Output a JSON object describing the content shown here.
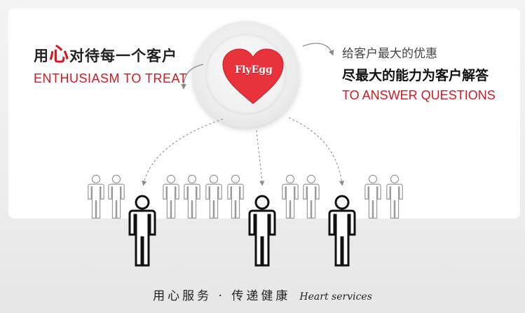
{
  "left": {
    "cn_prefix": "用",
    "cn_heart": "心",
    "cn_suffix": "对待每一个客户",
    "en": "ENTHUSIASM TO TREAT"
  },
  "center": {
    "brand": "FlyEgg"
  },
  "right": {
    "sub": "给客户最大的优惠",
    "main": "尽最大的能力为客户解答",
    "en": "TO ANSWER QUESTIONS"
  },
  "footer": {
    "cn": "用心服务 · 传递健康",
    "en": "Heart services"
  },
  "colors": {
    "accent_red": "#d8161f",
    "heart": "#e8333d",
    "person_dark": "#111111",
    "person_light": "#9a9a9a"
  },
  "icons": [
    "heart-icon",
    "person-icon",
    "curved-arrow-icon",
    "dashed-arrow-icon"
  ]
}
